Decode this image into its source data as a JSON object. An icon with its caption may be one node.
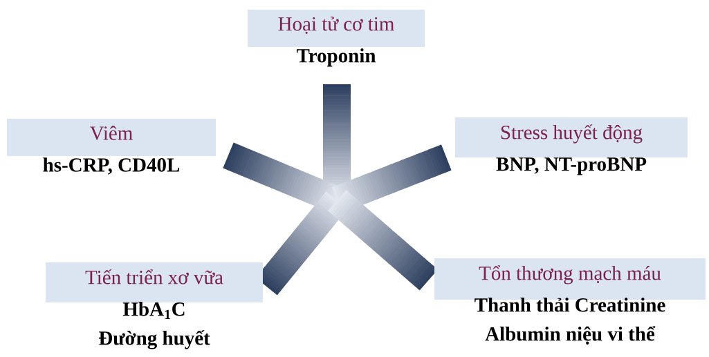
{
  "diagram": {
    "nodes": [
      {
        "text": [
          "Hoại tử cơ tim",
          "Troponin"
        ]
      },
      {
        "text": [
          "Viêm",
          "hs-CRP, CD40L"
        ]
      },
      {
        "text": [
          "Stress huyết động",
          "BNP, NT-proBNP"
        ]
      },
      {
        "text": [
          "Tiến triển xơ vữa",
          "HbA$_{1}$C",
          "Đường huyết"
        ]
      },
      {
        "text": [
          "Tổn thương mạch máu",
          "Thanh thải Creatinine",
          "Albumin niệu vi thể"
        ]
      }
    ]
  }
}
